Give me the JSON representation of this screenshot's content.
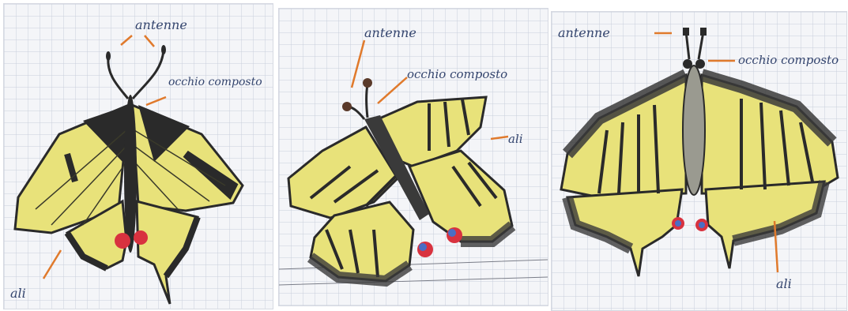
{
  "colors": {
    "paper": "#f4f5f8",
    "grid": "#c9cedb",
    "wing_yellow": "#e8e27a",
    "wing_black": "#2a2a2a",
    "spot_red": "#d8323f",
    "spot_blue": "#4a6ec4",
    "pointer_orange": "#e07a2c",
    "ink_blue": "#34456e"
  },
  "panels": [
    {
      "labels": {
        "antennae": "antenne",
        "compound_eye": "occhio composto",
        "wings": "ali"
      }
    },
    {
      "labels": {
        "antennae": "antenne",
        "compound_eye": "occhio composto",
        "wings": "ali"
      }
    },
    {
      "labels": {
        "antennae": "antenne",
        "compound_eye": "occhio composto",
        "wings": "ali"
      }
    }
  ]
}
